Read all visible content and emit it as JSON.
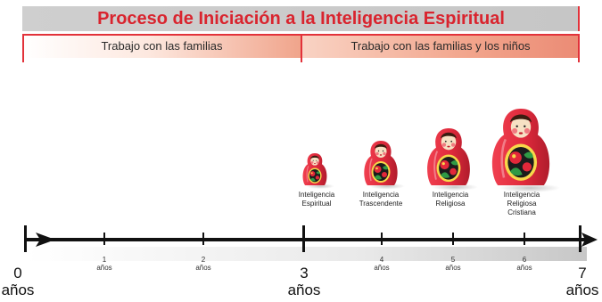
{
  "title": "Proceso de Iniciación a la Inteligencia Espiritual",
  "phases": [
    {
      "label": "Trabajo con las familias"
    },
    {
      "label": "Trabajo con las familias y los niños"
    }
  ],
  "timeline": {
    "major": [
      {
        "number": "0",
        "unit": "años"
      },
      {
        "number": "3",
        "unit": "años"
      },
      {
        "number": "7",
        "unit": "años"
      }
    ],
    "minor": [
      {
        "number": "1",
        "unit": "años"
      },
      {
        "number": "2",
        "unit": "años"
      },
      {
        "number": "4",
        "unit": "años"
      },
      {
        "number": "5",
        "unit": "años"
      },
      {
        "number": "6",
        "unit": "años"
      }
    ]
  },
  "stages": [
    {
      "line1": "Inteligencia",
      "line2": "Espiritual",
      "line3": ""
    },
    {
      "line1": "Inteligencia",
      "line2": "Trascendente",
      "line3": ""
    },
    {
      "line1": "Inteligencia",
      "line2": "Religiosa",
      "line3": ""
    },
    {
      "line1": "Inteligencia",
      "line2": "Religiosa",
      "line3": "Cristiana"
    }
  ],
  "colors": {
    "accent_red": "#d9242e",
    "doll_red": "#e52b3c",
    "axis": "#111111"
  }
}
